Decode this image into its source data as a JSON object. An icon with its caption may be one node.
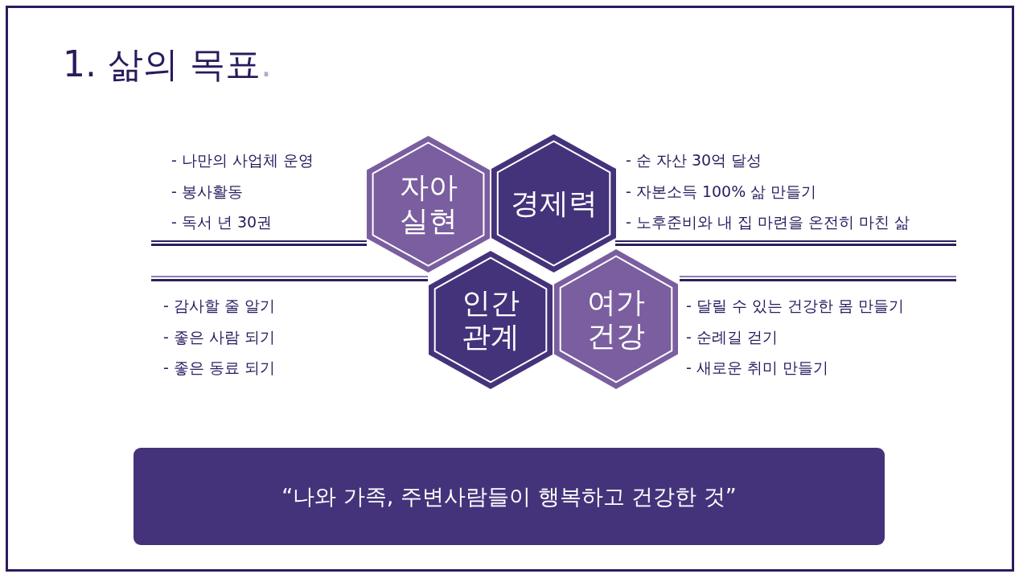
{
  "diagram": {
    "title": "1. 삶의 목표.",
    "nodes": [
      {
        "text": [
          "자아 실현"
        ],
        "beside": [
          "- 나만의 사업체 운영",
          "- 봉사활동",
          "- 독서 년 30권"
        ]
      },
      {
        "text": [
          "경제력"
        ],
        "beside": [
          "- 순 자산 30억 달성",
          "- 자본소득 100% 삶 만들기",
          "- 노후준비와 내 집 마련을 온전히 마친 삶"
        ]
      },
      {
        "text": [
          "인간 관계"
        ],
        "beside": [
          "- 감사할 줄 알기",
          "- 좋은 사람 되기",
          "- 좋은 동료 되기"
        ]
      },
      {
        "text": [
          "여가 건강"
        ],
        "beside": [
          "- 달릴 수 있는 건강한 몸 만들기",
          "- 순례길 걷기",
          "- 새로운 취미 만들기"
        ]
      },
      {
        "text": [
          "“나와 가족, 주변사람들이 행복하고 건강한 것”"
        ]
      }
    ]
  }
}
